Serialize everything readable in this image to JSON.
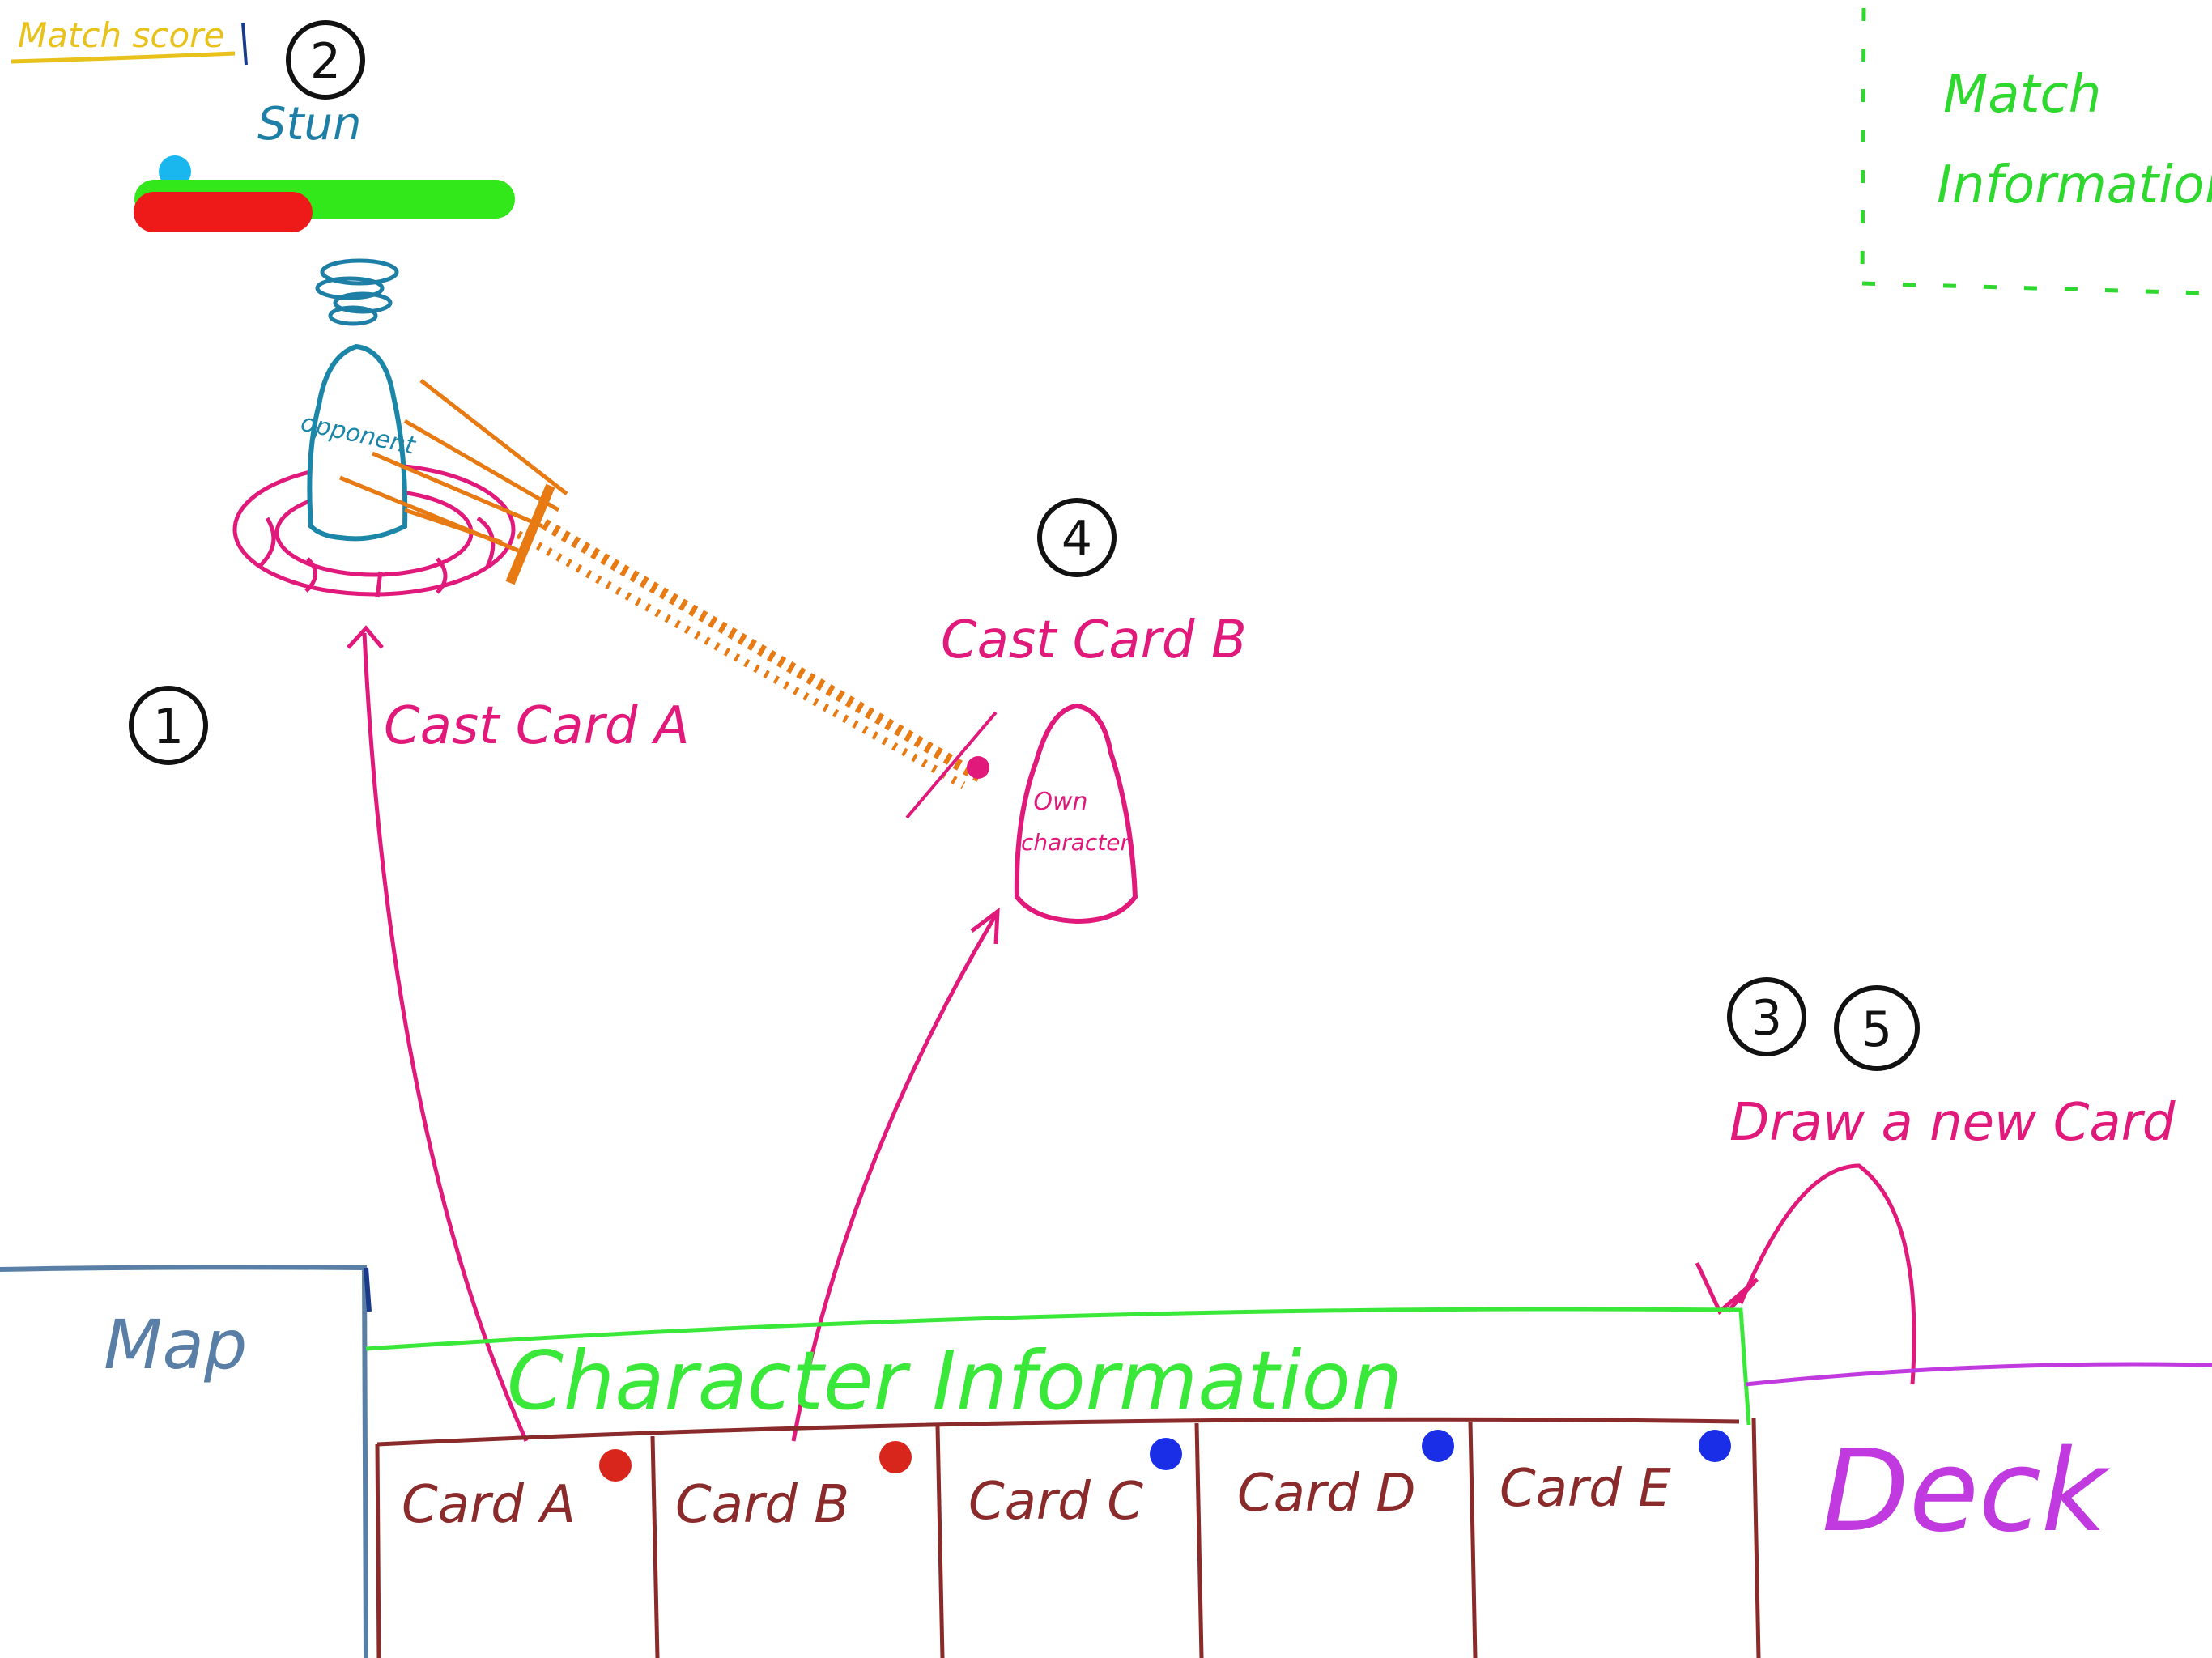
{
  "top_left": {
    "match_score": "Match score",
    "step_2": "2",
    "stun": "Stun"
  },
  "match_info": {
    "line1": "Match",
    "line2": "Information"
  },
  "opponent": {
    "label": "opponent"
  },
  "own_character": {
    "line1": "Own",
    "line2": "character"
  },
  "annotations": {
    "step_1": "1",
    "cast_a": "Cast Card A",
    "step_4": "4",
    "cast_b": "Cast Card B",
    "step_3": "3",
    "step_5": "5",
    "draw": "Draw a new Card"
  },
  "bottom": {
    "map": "Map",
    "character_info": "Character Information",
    "deck": "Deck",
    "cards": [
      {
        "label": "Card A",
        "dot": "#d9261c"
      },
      {
        "label": "Card B",
        "dot": "#d9261c"
      },
      {
        "label": "Card C",
        "dot": "#1a2ee8"
      },
      {
        "label": "Card D",
        "dot": "#1a2ee8"
      },
      {
        "label": "Card E",
        "dot": "#1a2ee8"
      }
    ]
  },
  "health_bar": {
    "filled_fraction": 0.45
  },
  "colors": {
    "match_score": "#e8c21a",
    "match_info": "#2ed82e",
    "stun": "#1d7fa6",
    "opponent": "#1b86a8",
    "pink": "#e0197a",
    "orange": "#e87a14",
    "map": "#5a7fa6",
    "char_info": "#3ae83a",
    "card": "#8a2a2a",
    "deck": "#c03ae0",
    "hp_green": "#33e81a",
    "hp_red": "#ee1a1a",
    "stun_dot": "#1ab7ee"
  }
}
